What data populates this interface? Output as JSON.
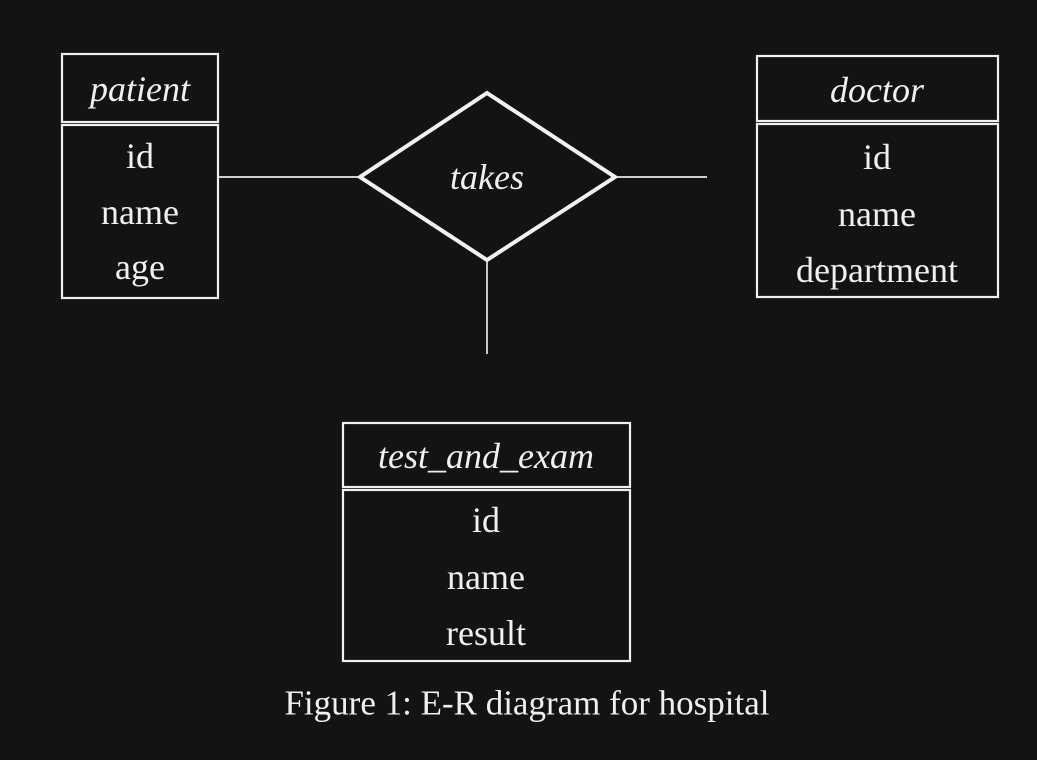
{
  "figure": {
    "type": "er-diagram",
    "background_color": "#131313",
    "line_color": "#f0f0f0",
    "caption": "Figure 1: E-R diagram for hospital",
    "entities": [
      {
        "name": "patient",
        "attributes": [
          "id",
          "name",
          "age"
        ]
      },
      {
        "name": "doctor",
        "attributes": [
          "id",
          "name",
          "department"
        ]
      },
      {
        "name": "test_and_exam",
        "attributes": [
          "id",
          "name",
          "result"
        ]
      }
    ],
    "relationship": {
      "name": "takes",
      "shape": "diamond",
      "connects": [
        "patient",
        "doctor",
        "test_and_exam"
      ]
    }
  }
}
